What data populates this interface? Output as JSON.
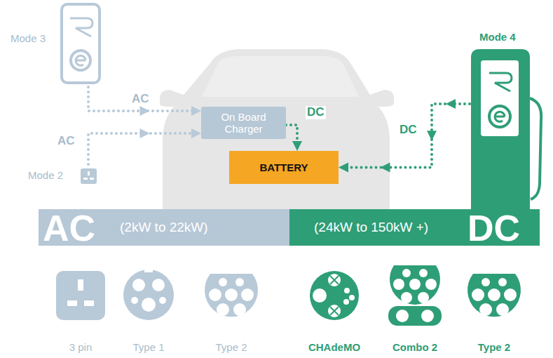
{
  "diagram": {
    "nodes": [
      {
        "text": [
          "Mode 3"
        ]
      },
      {
        "text": [
          "Mode 2"
        ]
      },
      {
        "text": [
          "On Board Charger"
        ]
      },
      {
        "text": [
          "BATTERY"
        ]
      },
      {
        "text": [
          "Mode 4"
        ]
      },
      {
        "text": [
          "AC",
          "(2kW to 22kW)"
        ]
      },
      {
        "text": [
          "(24kW to 150kW +)",
          "DC"
        ]
      }
    ],
    "edges": [
      {
        "from": 0,
        "to": 2,
        "label": "AC",
        "arrow": "to"
      },
      {
        "from": 1,
        "to": 2,
        "label": "AC",
        "arrow": "to"
      },
      {
        "from": 2,
        "to": 3,
        "label": "DC",
        "arrow": "to"
      },
      {
        "from": 4,
        "to": 3,
        "label": "DC",
        "arrow": "to"
      }
    ],
    "labels": [
      "3 pin",
      "Type 1",
      "Type 2",
      "CHAdeMO",
      "Combo 2",
      "Type 2"
    ]
  }
}
